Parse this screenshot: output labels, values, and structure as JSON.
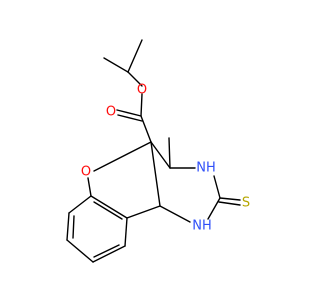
{
  "structure": {
    "atoms": {
      "ester_O_top": {
        "label": "O",
        "color": "#ff0d0d"
      },
      "carbonyl_O": {
        "label": "O",
        "color": "#ff0d0d"
      },
      "ring_O": {
        "label": "O",
        "color": "#ff0d0d"
      },
      "NH_upper": {
        "label": "NH",
        "color": "#3050f8"
      },
      "NH_lower": {
        "label": "NH",
        "color": "#3050f8"
      },
      "S": {
        "label": "S",
        "color": "#b5a600"
      }
    },
    "bond_color": "#000000"
  }
}
